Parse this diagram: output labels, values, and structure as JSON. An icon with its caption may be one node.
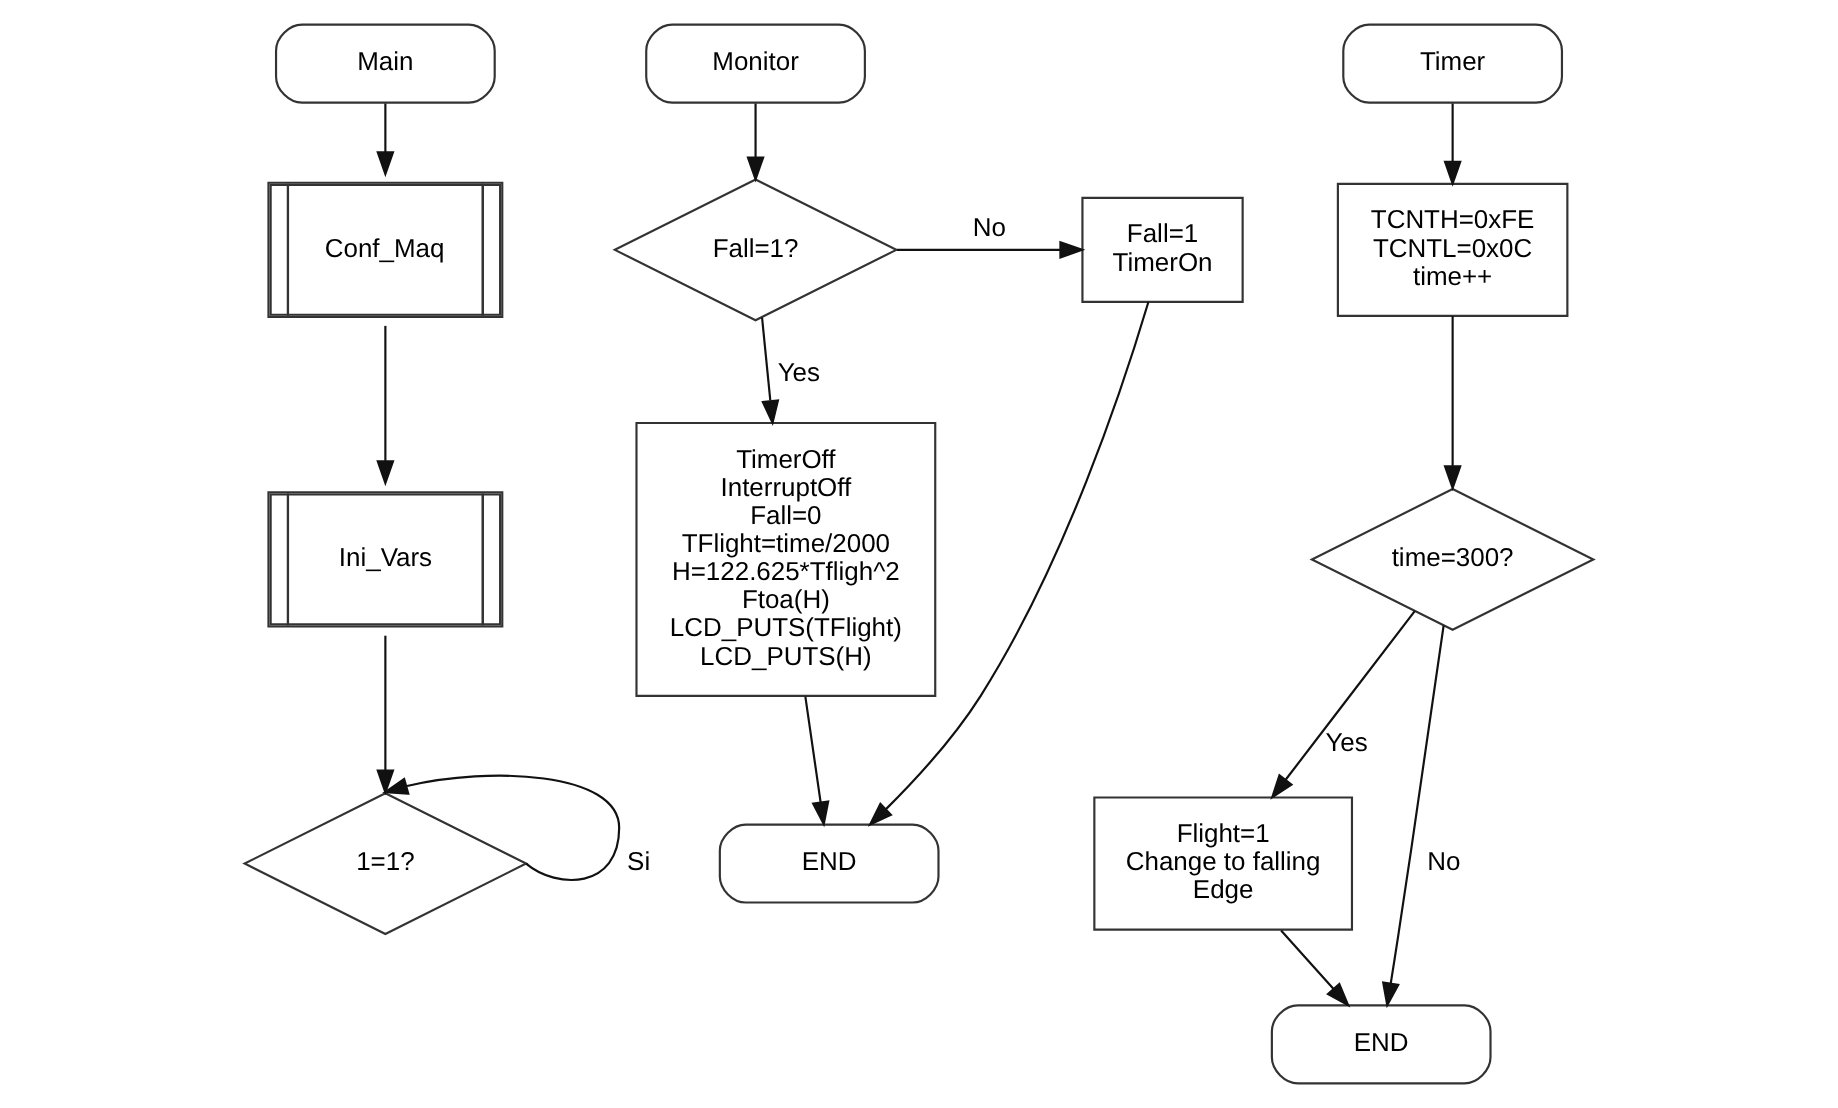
{
  "diagram": {
    "nodes": [
      {
        "text": [
          "Main"
        ]
      },
      {
        "text": [
          "Conf_Maq"
        ]
      },
      {
        "text": [
          "Ini_Vars"
        ]
      },
      {
        "text": [
          "1=1?"
        ]
      },
      {
        "text": [
          "Monitor"
        ]
      },
      {
        "text": [
          "Fall=1?"
        ]
      },
      {
        "text": [
          "Fall=1 TimerOn"
        ]
      },
      {
        "text": [
          "TimerOff InterruptOff Fall=0 TFlight=time/2000 H=122.625*Tfligh^2 Ftoa(H) LCD_PUTS(TFlight) LCD_PUTS(H)"
        ]
      },
      {
        "text": [
          "END"
        ]
      },
      {
        "text": [
          "Timer"
        ]
      },
      {
        "text": [
          "TCNTH=0xFE TCNTL=0x0C time++"
        ]
      },
      {
        "text": [
          "time=300?"
        ]
      },
      {
        "text": [
          "Flight=1 Change to falling Edge"
        ]
      },
      {
        "text": [
          "END"
        ]
      }
    ],
    "edges": [
      {
        "from": 0,
        "to": 1,
        "arrow": "to"
      },
      {
        "from": 1,
        "to": 2,
        "arrow": "to"
      },
      {
        "from": 2,
        "to": 3,
        "arrow": "to"
      },
      {
        "from": 3,
        "to": 3,
        "arrow": "to",
        "label": "Si"
      },
      {
        "from": 4,
        "to": 5,
        "arrow": "to"
      },
      {
        "from": 5,
        "to": 6,
        "arrow": "to",
        "label": "No"
      },
      {
        "from": 5,
        "to": 7,
        "arrow": "to",
        "label": "Yes"
      },
      {
        "from": 7,
        "to": 8,
        "arrow": "to"
      },
      {
        "from": 6,
        "to": 8,
        "arrow": "to"
      },
      {
        "from": 9,
        "to": 10,
        "arrow": "to"
      },
      {
        "from": 10,
        "to": 11,
        "arrow": "to"
      },
      {
        "from": 11,
        "to": 12,
        "arrow": "to",
        "label": "Yes"
      },
      {
        "from": 12,
        "to": 13,
        "arrow": "to"
      },
      {
        "from": 11,
        "to": 13,
        "arrow": "to",
        "label": "No"
      }
    ]
  }
}
